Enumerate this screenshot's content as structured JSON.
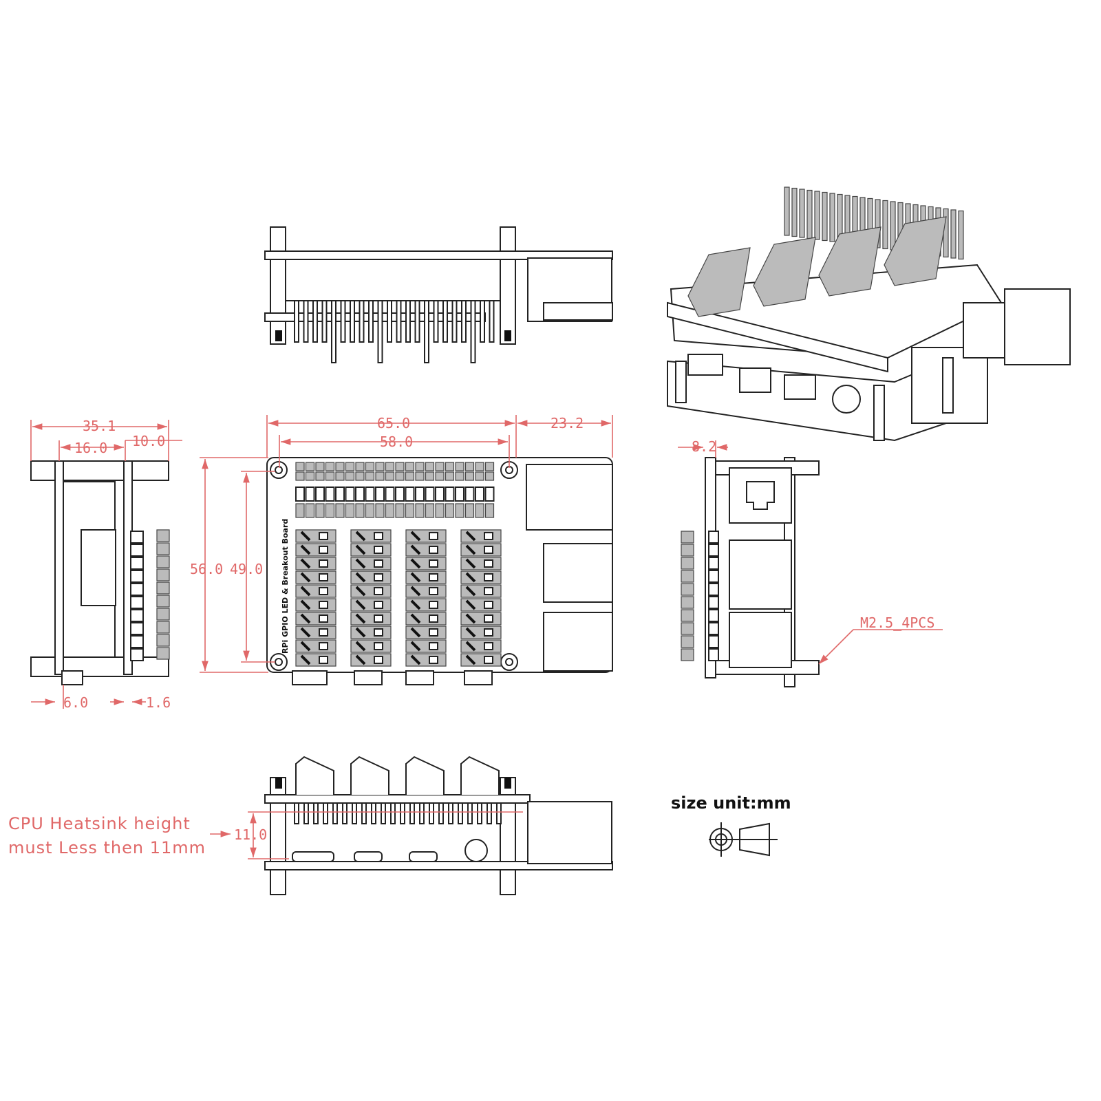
{
  "colors": {
    "dimension": "#e06868",
    "outline": "#222222",
    "pcb_fill": "#bbbbbb"
  },
  "board_silkscreen": "RPi GPIO LED & Breakout Board",
  "dimensions": {
    "overall_depth": "35.1",
    "left_16": "16.0",
    "left_10": "10.0",
    "bottom_6": "6.0",
    "bottom_1_6": "1.6",
    "board_length": "65.0",
    "hole_spacing_x": "58.0",
    "overhang": "23.2",
    "board_width": "56.0",
    "hole_spacing_y": "49.0",
    "right_8_2": "8.2",
    "heatsink_clearance": "11.0"
  },
  "screw_label": "M2.5_4PCS",
  "note": {
    "line1": "CPU Heatsink height",
    "line2": "must Less then 11mm"
  },
  "size_unit": "size unit:mm",
  "icons": [
    "projection-symbol-icon"
  ]
}
